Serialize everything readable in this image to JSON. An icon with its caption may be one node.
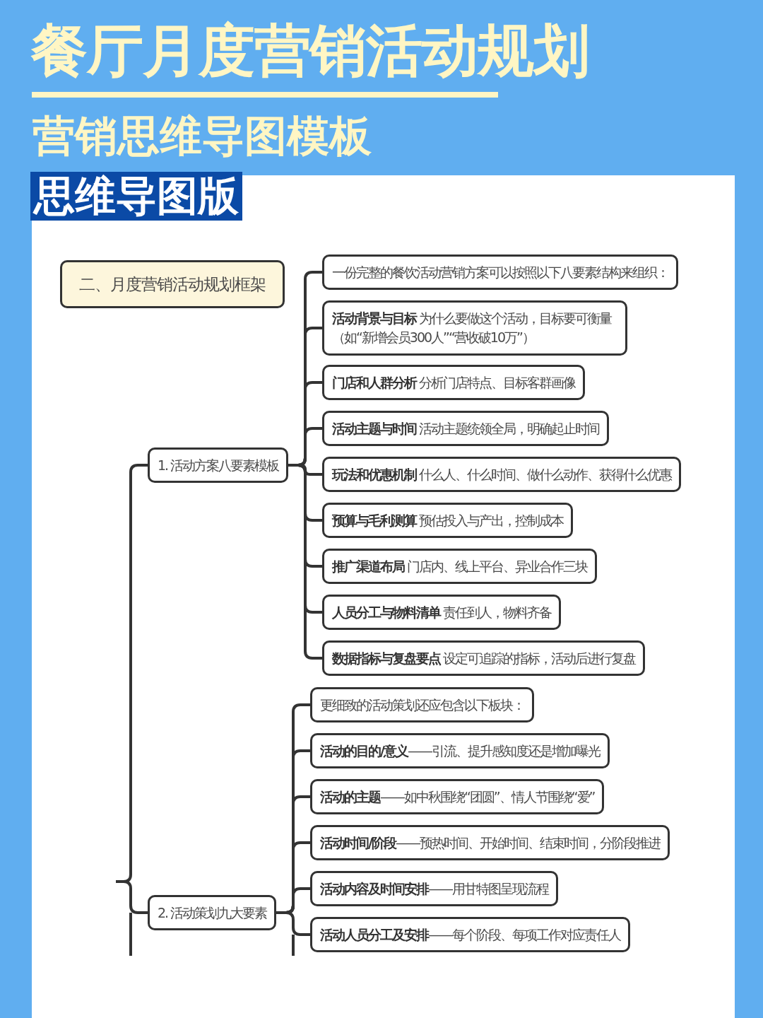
{
  "diagram": {
    "title": "餐厅月度营销活动规划",
    "nodes": [
      {
        "text": [
          "二、月度营销活动规划框架"
        ]
      },
      {
        "text": [
          "1. 活动方案八要素模板"
        ]
      },
      {
        "text": [
          "一份完整的餐饮活动营销方案可以按照以下八要素结构来组织："
        ]
      },
      {
        "text": [
          "**活动背景与目标** 为什么要做这个活动，目标要可衡量（如“新增会员300人”“营收破10万”）"
        ]
      },
      {
        "text": [
          "**门店和人群分析** 分析门店特点、目标客群画像"
        ]
      },
      {
        "text": [
          "**活动主题与时间** 活动主题统领全局，明确起止时间"
        ]
      },
      {
        "text": [
          "**玩法和优惠机制** 什么人、什么时间、做什么动作、获得什么优惠"
        ]
      },
      {
        "text": [
          "**预算与毛利测算** 预估投入与产出，控制成本"
        ]
      },
      {
        "text": [
          "**推广渠道布局** 门店内、线上平台、异业合作三块"
        ]
      },
      {
        "text": [
          "**人员分工与物料清单** 责任到人，物料齐备"
        ]
      },
      {
        "text": [
          "**数据指标与复盘要点** 设定可追踪的指标，活动后进行复盘"
        ]
      },
      {
        "text": [
          "2. 活动策划九大要素"
        ]
      },
      {
        "text": [
          "更细致的活动策划还应包含以下板块："
        ]
      },
      {
        "text": [
          "**活动的目的/意义**——引流、提升感知度还是增加曝光"
        ]
      },
      {
        "text": [
          "**活动的主题**——如中秋围绕“团圆”、情人节围绕“爱”"
        ]
      },
      {
        "text": [
          "**活动时间/阶段**——预热时间、开始时间、结束时间，分阶段推进"
        ]
      },
      {
        "text": [
          "**活动内容及时间安排**——用甘特图呈现流程"
        ]
      },
      {
        "text": [
          "**活动人员分工及安排**——每个阶段、每项工作对应责任人"
        ]
      }
    ],
    "edges": [
      {
        "from": null,
        "to": 1,
        "arrow": "none"
      },
      {
        "from": null,
        "to": 11,
        "arrow": "none"
      },
      {
        "from": 1,
        "to": 2,
        "arrow": "none"
      },
      {
        "from": 1,
        "to": 3,
        "arrow": "none"
      },
      {
        "from": 1,
        "to": 4,
        "arrow": "none"
      },
      {
        "from": 1,
        "to": 5,
        "arrow": "none"
      },
      {
        "from": 1,
        "to": 6,
        "arrow": "none"
      },
      {
        "from": 1,
        "to": 7,
        "arrow": "none"
      },
      {
        "from": 1,
        "to": 8,
        "arrow": "none"
      },
      {
        "from": 1,
        "to": 9,
        "arrow": "none"
      },
      {
        "from": 1,
        "to": 10,
        "arrow": "none"
      },
      {
        "from": 11,
        "to": 12,
        "arrow": "none"
      },
      {
        "from": 11,
        "to": 13,
        "arrow": "none"
      },
      {
        "from": 11,
        "to": 14,
        "arrow": "none"
      },
      {
        "from": 11,
        "to": 15,
        "arrow": "none"
      },
      {
        "from": 11,
        "to": 16,
        "arrow": "none"
      },
      {
        "from": 11,
        "to": 17,
        "arrow": "none"
      }
    ],
    "labels": [
      "营销思维导图模板",
      "思维导图版"
    ]
  }
}
